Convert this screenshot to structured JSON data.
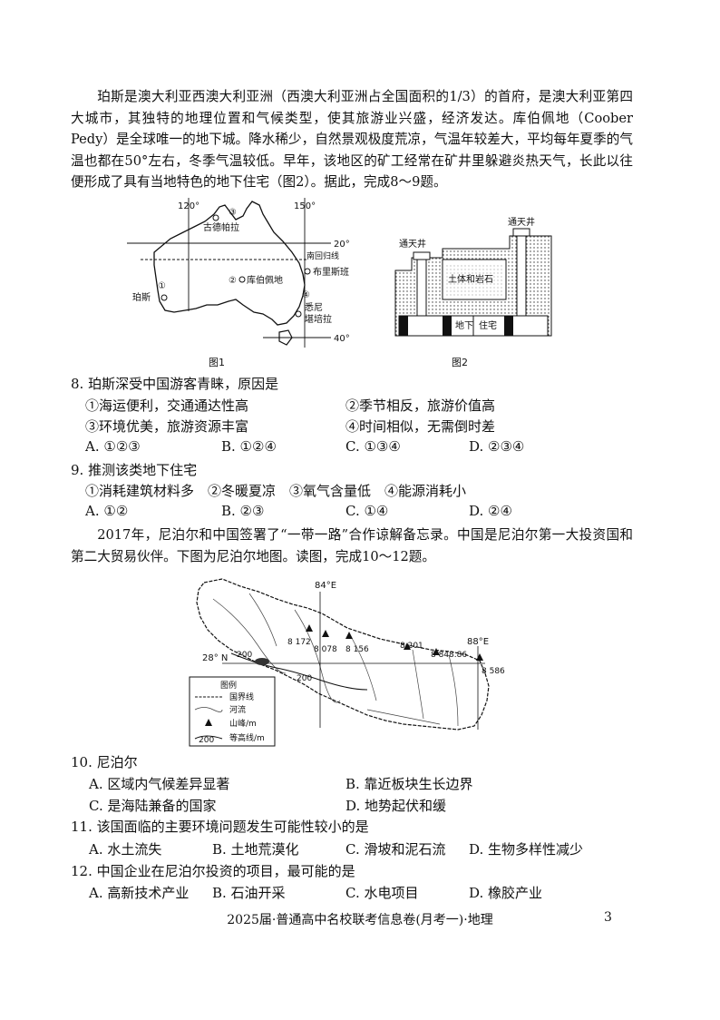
{
  "intro1": "珀斯是澳大利亚西澳大利亚洲（西澳大利亚洲占全国面积的1/3）的首府，是澳大利亚第四大城市，其独特的地理位置和气候类型，使其旅游业兴盛，经济发达。库伯佩地（Coober Pedy）是全球唯一的地下城。降水稀少，自然景观极度荒凉，气温年较差大，平均每年夏季的气温也都在50°左右，冬季气温较低。早年，该地区的矿工经常在矿井里躲避炎热天气，长此以往便形成了具有当地特色的地下住宅（图2）。据此，完成8～9题。",
  "fig1": {
    "caption": "图1",
    "lon1": "120°",
    "lon2": "150°",
    "lat1": "20°",
    "lat2": "40°",
    "tropic": "南回归线",
    "p1_num": "①",
    "p1_name": "珀斯",
    "p2": "②",
    "p2_name": "库伯佩地",
    "p3": "③",
    "p3_name": "古德帕拉",
    "p4": "④",
    "p4_name1": "悉尼",
    "p4_name2": "堪培拉",
    "brisbane": "布里斯班"
  },
  "fig2": {
    "caption": "图2",
    "shaft_left": "通天井",
    "shaft_right": "通天井",
    "soil": "土体和岩石",
    "house1": "地下",
    "house2": "住宅"
  },
  "q8": {
    "stem": "8. 珀斯深受中国游客青睐，原因是",
    "s1": "①海运便利，交通通达性高",
    "s2": "②季节相反，旅游价值高",
    "s3": "③环境优美，旅游资源丰富",
    "s4": "④时间相似，无需倒时差",
    "a": "A. ①②③",
    "b": "B. ①②④",
    "c": "C. ①③④",
    "d": "D. ②③④"
  },
  "q9": {
    "stem": "9. 推测该类地下住宅",
    "s": "①消耗建筑材料多　②冬暖夏凉　③氧气含量低　④能源消耗小",
    "a": "A. ①②",
    "b": "B. ②③",
    "c": "C. ①④",
    "d": "D. ②④"
  },
  "intro2": "2017年，尼泊尔和中国签署了“一带一路”合作谅解备忘录。中国是尼泊尔第一大投资国和第二大贸易伙伴。下图为尼泊尔地图。读图，完成10～12题。",
  "nepal": {
    "lon84": "84°E",
    "lon88": "88°E",
    "lat28": "28° N",
    "peak1": "8 172",
    "peak2": "8 078",
    "peak3": "8 156",
    "peak4": "8 201",
    "peak5": "8 848.86",
    "peak6": "8 586",
    "c200a": "200",
    "c200b": "200",
    "legend_title": "图例",
    "leg_border": "国界线",
    "leg_river": "河流",
    "leg_peak": "山峰/m",
    "leg_contour": "等高线/m",
    "leg_contour_num": "200"
  },
  "q10": {
    "stem": "10. 尼泊尔",
    "a": "A. 区域内气候差异显著",
    "b": "B. 靠近板块生长边界",
    "c": "C. 是海陆兼备的国家",
    "d": "D. 地势起伏和缓"
  },
  "q11": {
    "stem": "11. 该国面临的主要环境问题发生可能性较小的是",
    "a": "A. 水土流失",
    "b": "B. 土地荒漠化",
    "c": "C. 滑坡和泥石流",
    "d": "D. 生物多样性减少"
  },
  "q12": {
    "stem": "12. 中国企业在尼泊尔投资的项目，最可能的是",
    "a": "A. 高新技术产业",
    "b": "B. 石油开采",
    "c": "C. 水电项目",
    "d": "D. 橡胶产业"
  },
  "footer": "2025届·普通高中名校联考信息卷(月考一)·地理",
  "page_number": "3"
}
